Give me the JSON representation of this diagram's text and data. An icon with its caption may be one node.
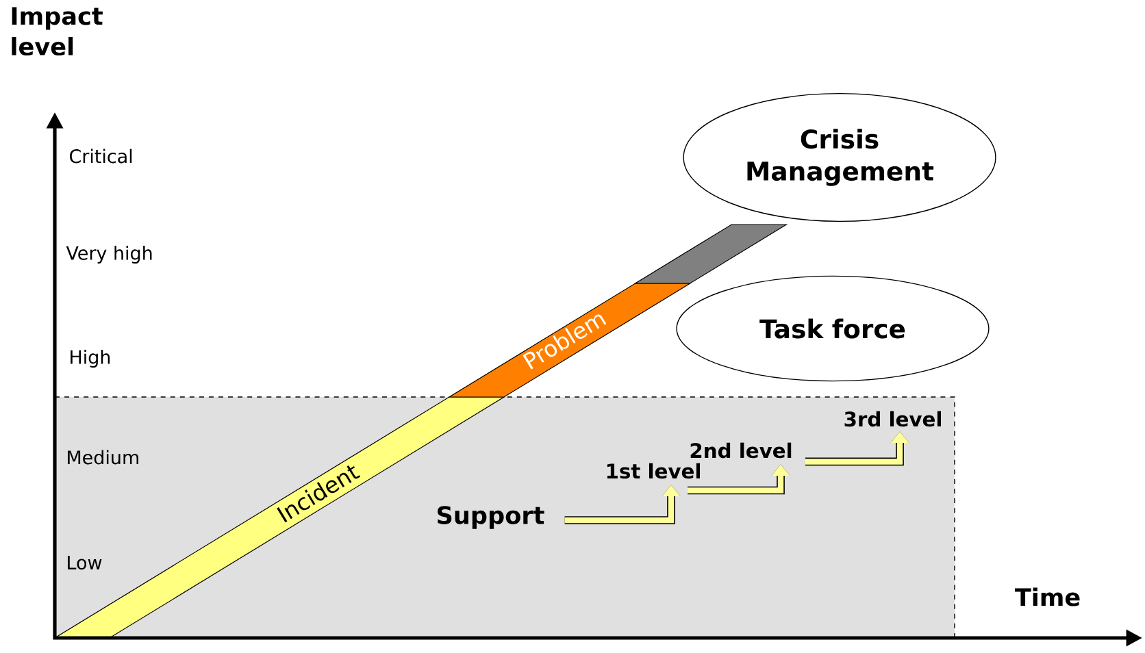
{
  "diagram": {
    "nodes": [
      {
        "text": [
          "Crisis Management"
        ]
      },
      {
        "text": [
          "Task force"
        ]
      },
      {
        "text": [
          "Incident"
        ]
      },
      {
        "text": [
          "Problem"
        ]
      },
      {
        "text": [],
        "shape": "bar"
      },
      {
        "text": [
          "Support"
        ]
      },
      {
        "text": [
          "1st level"
        ]
      },
      {
        "text": [
          "2nd level"
        ]
      },
      {
        "text": [
          "3rd level"
        ]
      }
    ],
    "edges": [
      {
        "from": 5,
        "to": 6,
        "arrow": "to"
      },
      {
        "from": 6,
        "to": 7,
        "arrow": "to"
      },
      {
        "from": 7,
        "to": 8,
        "arrow": "to"
      }
    ],
    "labels": [
      "Impact level",
      "Critical",
      "Very high",
      "High",
      "Medium",
      "Low",
      "Time"
    ]
  }
}
